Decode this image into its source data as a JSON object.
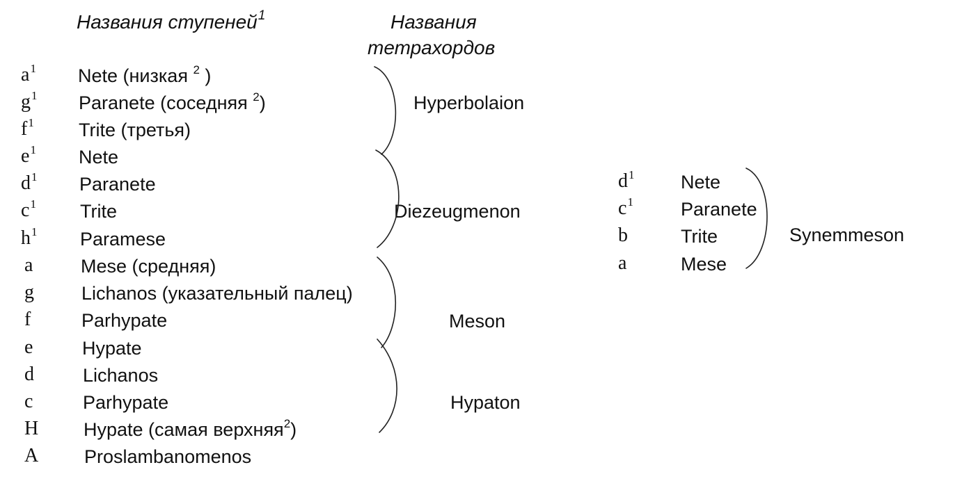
{
  "headers": {
    "degrees": "Названия ступеней",
    "degrees_footnote": "1",
    "tetrachords_line1": "Названия",
    "tetrachords_line2": "тетрахордов"
  },
  "main_rows": [
    {
      "letter": "a",
      "sup": "1",
      "name": "Nete (низкая ",
      "name_sup": "2",
      "name_after": " )"
    },
    {
      "letter": "g",
      "sup": "1",
      "name": "Paranete (соседняя ",
      "name_sup": "2",
      "name_after": ")"
    },
    {
      "letter": "f",
      "sup": "1",
      "name": "Trite (третья)",
      "name_sup": "",
      "name_after": ""
    },
    {
      "letter": "e",
      "sup": "1",
      "name": "Nete",
      "name_sup": "",
      "name_after": ""
    },
    {
      "letter": "d",
      "sup": "1",
      "name": "Paranete",
      "name_sup": "",
      "name_after": ""
    },
    {
      "letter": "c",
      "sup": "1",
      "name": "Trite",
      "name_sup": "",
      "name_after": ""
    },
    {
      "letter": "h",
      "sup": "1",
      "name": "Paramese",
      "name_sup": "",
      "name_after": ""
    },
    {
      "letter": "a",
      "sup": "",
      "name": "Mese (средняя)",
      "name_sup": "",
      "name_after": ""
    },
    {
      "letter": "g",
      "sup": "",
      "name": "Lichanos (указательный палец)",
      "name_sup": "",
      "name_after": ""
    },
    {
      "letter": "f",
      "sup": "",
      "name": "Parhypate",
      "name_sup": "",
      "name_after": ""
    },
    {
      "letter": "e",
      "sup": "",
      "name": "Hypate",
      "name_sup": "",
      "name_after": ""
    },
    {
      "letter": "d",
      "sup": "",
      "name": "Lichanos",
      "name_sup": "",
      "name_after": ""
    },
    {
      "letter": "c",
      "sup": "",
      "name": "Parhypate",
      "name_sup": "",
      "name_after": ""
    },
    {
      "letter": "H",
      "sup": "",
      "name": "Hypate (самая верхняя",
      "name_sup": "2",
      "name_after": ")"
    },
    {
      "letter": "A",
      "sup": "",
      "name": "Proslambanomenos",
      "name_sup": "",
      "name_after": ""
    }
  ],
  "main_tetrachords": [
    "Hyperbolaion",
    "Diezeugmenon",
    "Meson",
    "Hypaton"
  ],
  "side_rows": [
    {
      "letter": "d",
      "sup": "1",
      "name": "Nete"
    },
    {
      "letter": "c",
      "sup": "1",
      "name": "Paranete"
    },
    {
      "letter": "b",
      "sup": "",
      "name": "Trite"
    },
    {
      "letter": "a",
      "sup": "",
      "name": "Mese"
    }
  ],
  "side_tetrachord": "Synemmeson"
}
